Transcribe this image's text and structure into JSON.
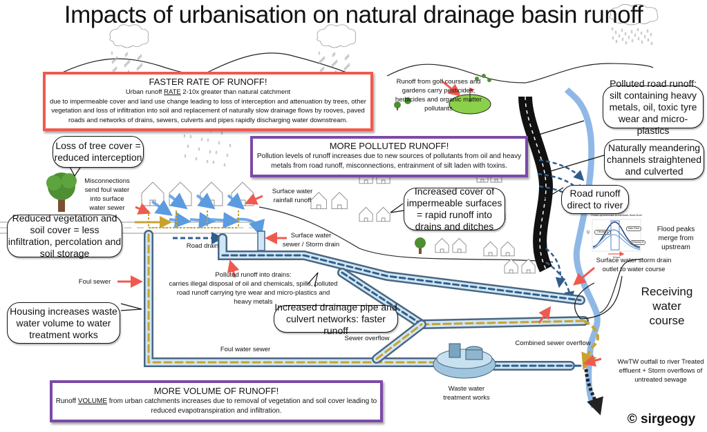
{
  "title": "Impacts of urbanisation on natural drainage basin runoff",
  "boxes": {
    "faster_rate": {
      "heading": "FASTER RATE OF RUNOFF!",
      "line1_prefix": "Urban runoff ",
      "line1_emph": "RATE",
      "line1_suffix": "  2-10x  greater than natural catchment",
      "body": "due to impermeable cover and land use change leading to loss of interception and attenuation by trees, other vegetation and loss of infiltration into soil and replacement of naturally slow drainage flows by rooves, paved roads and networks of drains, sewers, culverts and pipes rapidly discharging water downstream.",
      "border_color": "#ef5a50"
    },
    "more_polluted": {
      "heading": "MORE POLLUTED RUNOFF!",
      "body": "Pollution levels of runoff increases due to new sources of pollutants from oil and heavy metals from road runoff, misconnections, entrainment of silt laden with toxins.",
      "border_color": "#7b4aa8"
    },
    "more_volume": {
      "heading": "MORE VOLUME OF RUNOFF!",
      "body_prefix": "Runoff ",
      "body_emph": "VOLUME",
      "body_suffix": " from urban catchments increases due to removal of vegetation and soil cover leading to reduced evapotranspiration and infiltration.",
      "border_color": "#7b4aa8"
    }
  },
  "callouts": {
    "tree_cover": "Loss of tree cover = reduced interception",
    "vegetation": "Reduced vegetation and soil cover = less infiltration, percolation and soil storage",
    "housing": "Housing increases waste water volume to water treatment works",
    "impermeable": "Increased cover of impermeable surfaces = rapid runoff into drains and ditches",
    "drainage_pipe": "Increased drainage pipe and culvert networks: faster runoff",
    "polluted_road": "Polluted road runoff: silt containing heavy metals, oil, toxic tyre wear and micro-plastics",
    "meandering": "Naturally meandering channels straightened and culverted",
    "road_runoff": "Road runoff direct to river"
  },
  "labels": {
    "golf": "Runoff from golf courses and gardens carry pesticides, herbicides and organic matter pollutants",
    "misconnections": "Misconnections send foul water into surface water sewer",
    "surface_rainfall": "Surface water rainfall runoff",
    "road_drain": "Road drain",
    "storm_drain": "Surface water sewer / Storm drain",
    "foul_sewer": "Foul sewer",
    "polluted_drains_title": "Polluted runoff into drains:",
    "polluted_drains_body": "carries illegal disposal of oil and chemicals, spills, polluted road runoff carrying tyre wear and micro-plastics and heavy metals",
    "foul_water_sewer": "Foul water sewer",
    "sewer_overflow": "Sewer overflow",
    "combined_overflow": "Combined sewer overflow",
    "wwtw": "Waste water treatment works",
    "outfall": "WwTW outfall to river Treated effluent + Storm overflows of untreated sewage",
    "flood_peaks": "Flood peaks merge from upstream",
    "storm_outlet": "Surface water storm drain outlet to water course",
    "receiving": "Receiving water course",
    "copyright": "© sirgeogy"
  },
  "hydrograph": {
    "title": "Peaks synchronise to increase flood level",
    "y_label": "Q",
    "x_label": "Hours",
    "legend": [
      "Tributary A",
      "Main River",
      "Tributary B"
    ]
  },
  "colors": {
    "surface_water": "#6fa8e6",
    "foul_water": "#c9a22e",
    "road_runoff": "#2f5d8c",
    "arrow_red": "#ef5a50",
    "river": "#8fb8e6"
  }
}
